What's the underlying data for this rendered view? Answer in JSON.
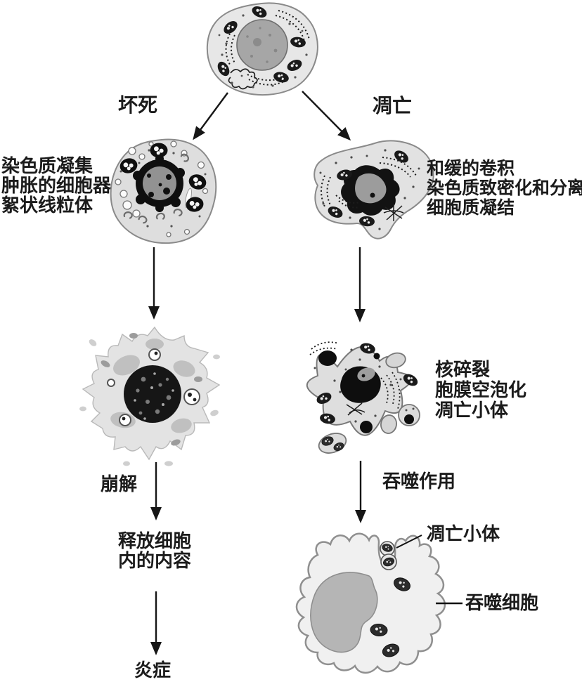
{
  "colors": {
    "background": "#ffffff",
    "ink": "#1b1b1b",
    "cell_fill": "#e4e4e4",
    "cell_outline": "#8a8a8a",
    "nucleus_gray": "#9c9c9c",
    "organelle_dark": "#141414"
  },
  "pathways": {
    "necrosis": {
      "branch_label": "坏死",
      "stage1_features": [
        "染色质凝集",
        "肿胀的细胞器",
        "絮状线粒体"
      ],
      "disintegration_label": "崩解",
      "release_lines": [
        "释放细胞",
        "内的内容"
      ],
      "outcome_label": "炎症"
    },
    "apoptosis": {
      "branch_label": "凋亡",
      "stage1_features": [
        "和缓的卷积",
        "染色质致密化和分离",
        "细胞质凝结"
      ],
      "stage2_features": [
        "核碎裂",
        "胞膜空泡化",
        "凋亡小体"
      ],
      "phagocytosis_label": "吞噬作用",
      "apoptotic_body_label": "凋亡小体",
      "phagocyte_label": "吞噬细胞"
    }
  }
}
